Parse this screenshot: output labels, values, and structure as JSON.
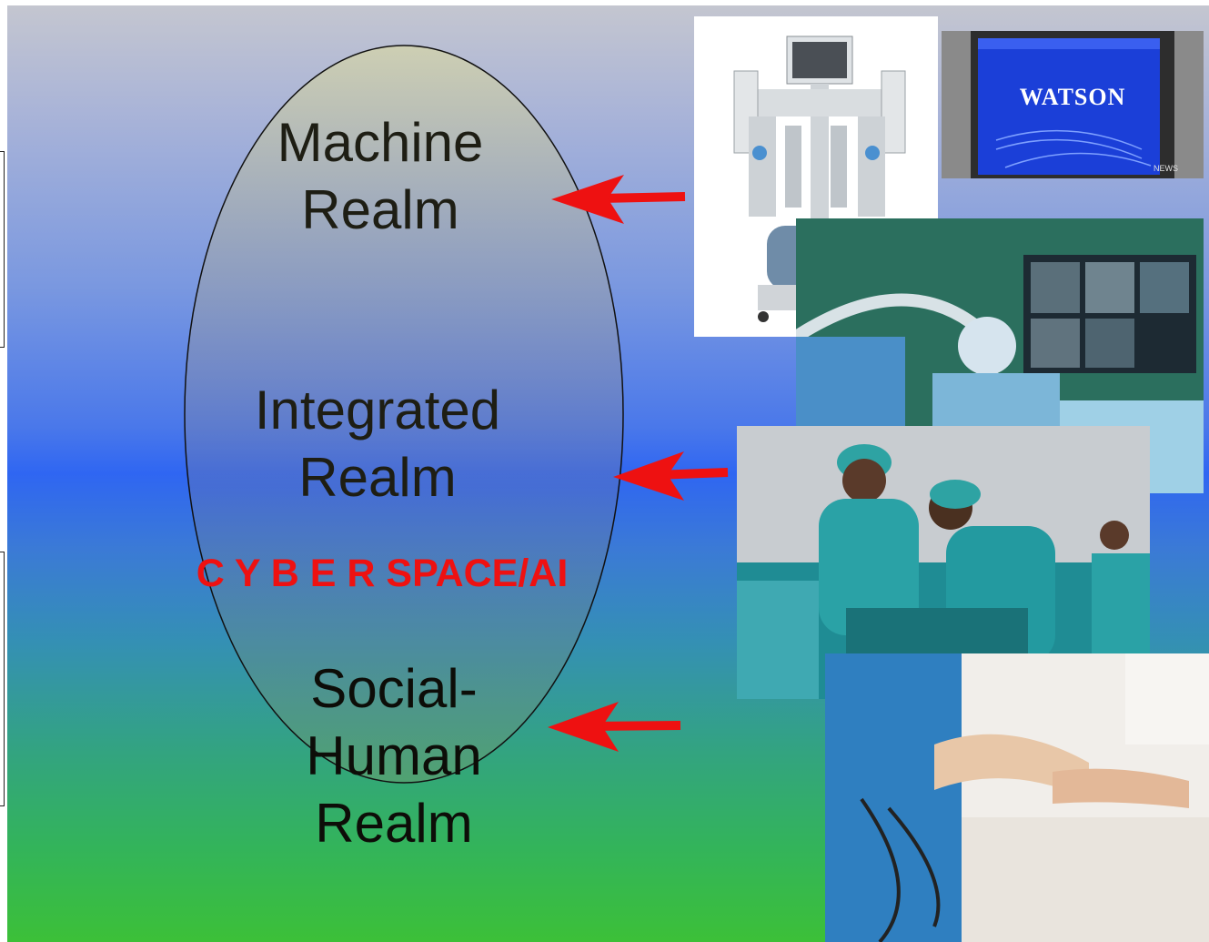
{
  "ellipse": {
    "machine_label": "Machine\nRealm",
    "integrated_label": "Integrated\nRealm",
    "social_label": "Social-\nHuman\nRealm",
    "cyber_label": "C Y B E R SPACE/AI"
  },
  "images": {
    "watson_screen_text": "WATSON",
    "watson_badge": "NEWS"
  },
  "colors": {
    "arrow": "#ee1111",
    "cyber_text": "#ee1111"
  }
}
